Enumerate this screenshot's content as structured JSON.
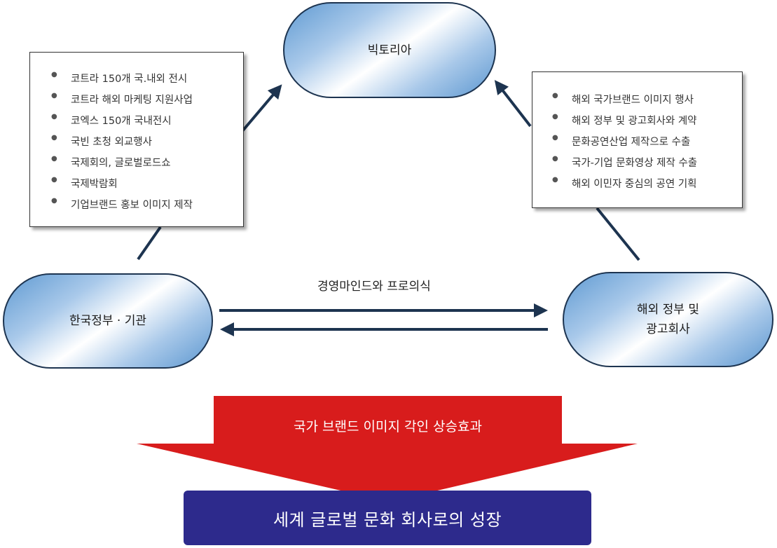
{
  "nodes": {
    "victoria": "빅토리아",
    "korea_gov": "한국정부 · 기관",
    "overseas": "해외 정부 및\n광고회사"
  },
  "left_box": {
    "items": [
      "코트라 150개 국.내외 전시",
      "코트라 해외 마케팅 지원사업",
      "코엑스 150개 국내전시",
      "국빈 초청 외교행사",
      "국제회의, 글로벌로드쇼",
      "국제박람회",
      "기업브랜드 홍보 이미지 제작"
    ]
  },
  "right_box": {
    "items": [
      "해외 국가브랜드 이미지 행사",
      "해외 정부 및 광고회사와 계약",
      "문화공연산업 제작으로 수출",
      "국가-기업 문화영상 제작 수출",
      "해외 이민자 중심의 공연 기획"
    ]
  },
  "flow_label": "경영마인드와 프로의식",
  "effect_label": "국가 브랜드 이미지 각인 상승효과",
  "goal_label": "세계  글로벌 문화 회사로의 성장",
  "colors": {
    "line": "#1d3450",
    "effect_arrow": "#d81c1c",
    "goal_box": "#2d2a8c"
  }
}
